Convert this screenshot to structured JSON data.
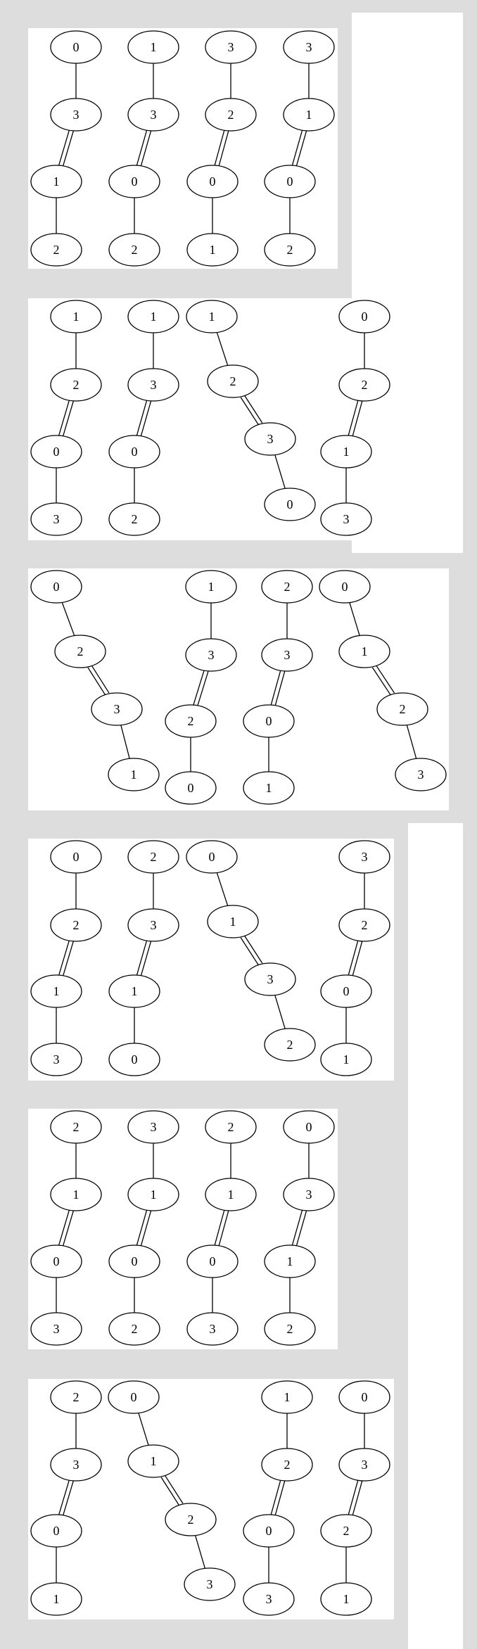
{
  "panels": [
    {
      "graphs": [
        {
          "nodes": [
            {
              "id": "a",
              "label": "0"
            },
            {
              "id": "b",
              "label": "3"
            },
            {
              "id": "c",
              "label": "1"
            },
            {
              "id": "d",
              "label": "2"
            }
          ],
          "edges": [
            [
              "a",
              "b",
              1
            ],
            [
              "b",
              "c",
              2
            ],
            [
              "c",
              "d",
              1
            ]
          ]
        },
        {
          "nodes": [
            {
              "id": "a",
              "label": "1"
            },
            {
              "id": "b",
              "label": "3"
            },
            {
              "id": "c",
              "label": "0"
            },
            {
              "id": "d",
              "label": "2"
            }
          ],
          "edges": [
            [
              "a",
              "b",
              1
            ],
            [
              "b",
              "c",
              2
            ],
            [
              "c",
              "d",
              1
            ]
          ]
        },
        {
          "nodes": [
            {
              "id": "a",
              "label": "3"
            },
            {
              "id": "b",
              "label": "2"
            },
            {
              "id": "c",
              "label": "0"
            },
            {
              "id": "d",
              "label": "1"
            }
          ],
          "edges": [
            [
              "a",
              "b",
              1
            ],
            [
              "b",
              "c",
              2
            ],
            [
              "c",
              "d",
              1
            ]
          ]
        },
        {
          "nodes": [
            {
              "id": "a",
              "label": "3"
            },
            {
              "id": "b",
              "label": "1"
            },
            {
              "id": "c",
              "label": "0"
            },
            {
              "id": "d",
              "label": "2"
            }
          ],
          "edges": [
            [
              "a",
              "b",
              1
            ],
            [
              "b",
              "c",
              2
            ],
            [
              "c",
              "d",
              1
            ]
          ]
        }
      ]
    },
    {
      "graphs": [
        {
          "nodes": [
            {
              "id": "a",
              "label": "1"
            },
            {
              "id": "b",
              "label": "2"
            },
            {
              "id": "c",
              "label": "0"
            },
            {
              "id": "d",
              "label": "3"
            }
          ],
          "edges": [
            [
              "a",
              "b",
              1
            ],
            [
              "b",
              "c",
              2
            ],
            [
              "c",
              "d",
              1
            ]
          ]
        },
        {
          "nodes": [
            {
              "id": "a",
              "label": "1"
            },
            {
              "id": "b",
              "label": "3"
            },
            {
              "id": "c",
              "label": "0"
            },
            {
              "id": "d",
              "label": "2"
            }
          ],
          "edges": [
            [
              "a",
              "b",
              1
            ],
            [
              "b",
              "c",
              2
            ],
            [
              "c",
              "d",
              1
            ]
          ]
        },
        {
          "nodes": [
            {
              "id": "a",
              "label": "1"
            },
            {
              "id": "b",
              "label": "2"
            },
            {
              "id": "c",
              "label": "3"
            },
            {
              "id": "d",
              "label": "0"
            }
          ],
          "edges": [
            [
              "a",
              "b",
              1
            ],
            [
              "b",
              "c",
              2
            ],
            [
              "c",
              "d",
              1
            ]
          ]
        },
        {
          "nodes": [
            {
              "id": "a",
              "label": "0"
            },
            {
              "id": "b",
              "label": "2"
            },
            {
              "id": "c",
              "label": "1"
            },
            {
              "id": "d",
              "label": "3"
            }
          ],
          "edges": [
            [
              "a",
              "b",
              1
            ],
            [
              "b",
              "c",
              2
            ],
            [
              "c",
              "d",
              1
            ]
          ]
        }
      ]
    },
    {
      "graphs": [
        {
          "nodes": [
            {
              "id": "a",
              "label": "0"
            },
            {
              "id": "b",
              "label": "2"
            },
            {
              "id": "c",
              "label": "3"
            },
            {
              "id": "d",
              "label": "1"
            }
          ],
          "edges": [
            [
              "a",
              "b",
              1
            ],
            [
              "b",
              "c",
              2
            ],
            [
              "c",
              "d",
              1
            ]
          ]
        },
        {
          "nodes": [
            {
              "id": "a",
              "label": "1"
            },
            {
              "id": "b",
              "label": "3"
            },
            {
              "id": "c",
              "label": "2"
            },
            {
              "id": "d",
              "label": "0"
            }
          ],
          "edges": [
            [
              "a",
              "b",
              1
            ],
            [
              "b",
              "c",
              2
            ],
            [
              "c",
              "d",
              1
            ]
          ]
        },
        {
          "nodes": [
            {
              "id": "a",
              "label": "2"
            },
            {
              "id": "b",
              "label": "3"
            },
            {
              "id": "c",
              "label": "0"
            },
            {
              "id": "d",
              "label": "1"
            }
          ],
          "edges": [
            [
              "a",
              "b",
              1
            ],
            [
              "b",
              "c",
              2
            ],
            [
              "c",
              "d",
              1
            ]
          ]
        },
        {
          "nodes": [
            {
              "id": "a",
              "label": "0"
            },
            {
              "id": "b",
              "label": "1"
            },
            {
              "id": "c",
              "label": "2"
            },
            {
              "id": "d",
              "label": "3"
            }
          ],
          "edges": [
            [
              "a",
              "b",
              1
            ],
            [
              "b",
              "c",
              2
            ],
            [
              "c",
              "d",
              1
            ]
          ]
        }
      ]
    },
    {
      "graphs": [
        {
          "nodes": [
            {
              "id": "a",
              "label": "0"
            },
            {
              "id": "b",
              "label": "2"
            },
            {
              "id": "c",
              "label": "1"
            },
            {
              "id": "d",
              "label": "3"
            }
          ],
          "edges": [
            [
              "a",
              "b",
              1
            ],
            [
              "b",
              "c",
              2
            ],
            [
              "c",
              "d",
              1
            ]
          ]
        },
        {
          "nodes": [
            {
              "id": "a",
              "label": "2"
            },
            {
              "id": "b",
              "label": "3"
            },
            {
              "id": "c",
              "label": "1"
            },
            {
              "id": "d",
              "label": "0"
            }
          ],
          "edges": [
            [
              "a",
              "b",
              1
            ],
            [
              "b",
              "c",
              2
            ],
            [
              "c",
              "d",
              1
            ]
          ]
        },
        {
          "nodes": [
            {
              "id": "a",
              "label": "0"
            },
            {
              "id": "b",
              "label": "1"
            },
            {
              "id": "c",
              "label": "3"
            },
            {
              "id": "d",
              "label": "2"
            }
          ],
          "edges": [
            [
              "a",
              "b",
              1
            ],
            [
              "b",
              "c",
              2
            ],
            [
              "c",
              "d",
              1
            ]
          ]
        },
        {
          "nodes": [
            {
              "id": "a",
              "label": "3"
            },
            {
              "id": "b",
              "label": "2"
            },
            {
              "id": "c",
              "label": "0"
            },
            {
              "id": "d",
              "label": "1"
            }
          ],
          "edges": [
            [
              "a",
              "b",
              1
            ],
            [
              "b",
              "c",
              2
            ],
            [
              "c",
              "d",
              1
            ]
          ]
        }
      ]
    },
    {
      "graphs": [
        {
          "nodes": [
            {
              "id": "a",
              "label": "2"
            },
            {
              "id": "b",
              "label": "1"
            },
            {
              "id": "c",
              "label": "0"
            },
            {
              "id": "d",
              "label": "3"
            }
          ],
          "edges": [
            [
              "a",
              "b",
              1
            ],
            [
              "b",
              "c",
              2
            ],
            [
              "c",
              "d",
              1
            ]
          ]
        },
        {
          "nodes": [
            {
              "id": "a",
              "label": "3"
            },
            {
              "id": "b",
              "label": "1"
            },
            {
              "id": "c",
              "label": "0"
            },
            {
              "id": "d",
              "label": "2"
            }
          ],
          "edges": [
            [
              "a",
              "b",
              1
            ],
            [
              "b",
              "c",
              2
            ],
            [
              "c",
              "d",
              1
            ]
          ]
        },
        {
          "nodes": [
            {
              "id": "a",
              "label": "2"
            },
            {
              "id": "b",
              "label": "1"
            },
            {
              "id": "c",
              "label": "0"
            },
            {
              "id": "d",
              "label": "3"
            }
          ],
          "edges": [
            [
              "a",
              "b",
              1
            ],
            [
              "b",
              "c",
              2
            ],
            [
              "c",
              "d",
              1
            ]
          ]
        },
        {
          "nodes": [
            {
              "id": "a",
              "label": "0"
            },
            {
              "id": "b",
              "label": "3"
            },
            {
              "id": "c",
              "label": "1"
            },
            {
              "id": "d",
              "label": "2"
            }
          ],
          "edges": [
            [
              "a",
              "b",
              1
            ],
            [
              "b",
              "c",
              2
            ],
            [
              "c",
              "d",
              1
            ]
          ]
        }
      ]
    },
    {
      "graphs": [
        {
          "nodes": [
            {
              "id": "a",
              "label": "2"
            },
            {
              "id": "b",
              "label": "3"
            },
            {
              "id": "c",
              "label": "0"
            },
            {
              "id": "d",
              "label": "1"
            }
          ],
          "edges": [
            [
              "a",
              "b",
              1
            ],
            [
              "b",
              "c",
              2
            ],
            [
              "c",
              "d",
              1
            ]
          ]
        },
        {
          "nodes": [
            {
              "id": "a",
              "label": "0"
            },
            {
              "id": "b",
              "label": "1"
            },
            {
              "id": "c",
              "label": "2"
            },
            {
              "id": "d",
              "label": "3"
            }
          ],
          "edges": [
            [
              "a",
              "b",
              1
            ],
            [
              "b",
              "c",
              2
            ],
            [
              "c",
              "d",
              1
            ]
          ]
        },
        {
          "nodes": [
            {
              "id": "a",
              "label": "1"
            },
            {
              "id": "b",
              "label": "2"
            },
            {
              "id": "c",
              "label": "0"
            },
            {
              "id": "d",
              "label": "3"
            }
          ],
          "edges": [
            [
              "a",
              "b",
              1
            ],
            [
              "b",
              "c",
              2
            ],
            [
              "c",
              "d",
              1
            ]
          ]
        },
        {
          "nodes": [
            {
              "id": "a",
              "label": "0"
            },
            {
              "id": "b",
              "label": "3"
            },
            {
              "id": "c",
              "label": "2"
            },
            {
              "id": "d",
              "label": "1"
            }
          ],
          "edges": [
            [
              "a",
              "b",
              1
            ],
            [
              "b",
              "c",
              2
            ],
            [
              "c",
              "d",
              1
            ]
          ]
        }
      ]
    }
  ]
}
